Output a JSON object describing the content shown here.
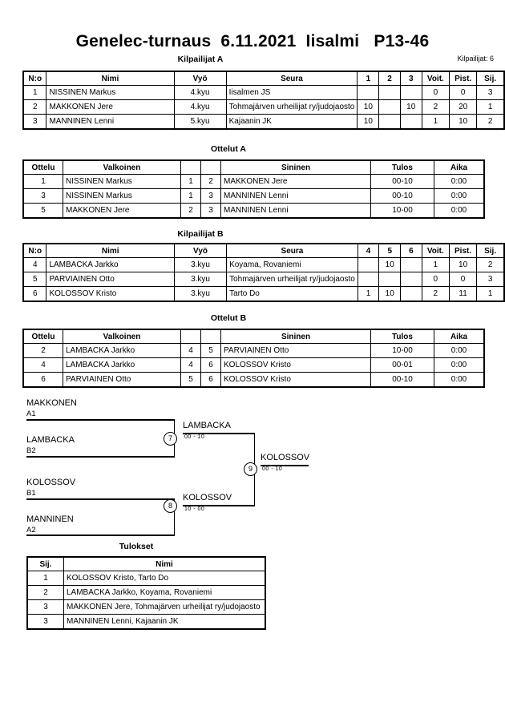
{
  "header": {
    "title": "Genelec-turnaus  6.11.2021  Iisalmi   P13-46",
    "entrants_label": "Kilpailijat: 6"
  },
  "sections": {
    "pool_a_title": "Kilpailijat A",
    "matches_a_title": "Ottelut A",
    "pool_b_title": "Kilpailijat B",
    "matches_b_title": "Ottelut B",
    "results_title": "Tulokset"
  },
  "pool_headers_a": {
    "no": "N:o",
    "nimi": "Nimi",
    "vyo": "Vyö",
    "seura": "Seura",
    "m1": "1",
    "m2": "2",
    "m3": "3",
    "voit": "Voit.",
    "pist": "Pist.",
    "sij": "Sij."
  },
  "pool_headers_b": {
    "no": "N:o",
    "nimi": "Nimi",
    "vyo": "Vyö",
    "seura": "Seura",
    "m1": "4",
    "m2": "5",
    "m3": "6",
    "voit": "Voit.",
    "pist": "Pist.",
    "sij": "Sij."
  },
  "pool_a": [
    {
      "no": "1",
      "nimi": "NISSINEN Markus",
      "vyo": "4.kyu",
      "seura": "Iisalmen JS",
      "m1": "",
      "m2": "",
      "m3": "",
      "voit": "0",
      "pist": "0",
      "sij": "3"
    },
    {
      "no": "2",
      "nimi": "MAKKONEN Jere",
      "vyo": "4.kyu",
      "seura": "Tohmajärven urheilijat ry/judojaosto",
      "m1": "10",
      "m2": "",
      "m3": "10",
      "voit": "2",
      "pist": "20",
      "sij": "1"
    },
    {
      "no": "3",
      "nimi": "MANNINEN Lenni",
      "vyo": "5.kyu",
      "seura": "Kajaanin JK",
      "m1": "10",
      "m2": "",
      "m3": "",
      "voit": "1",
      "pist": "10",
      "sij": "2"
    }
  ],
  "pool_b": [
    {
      "no": "4",
      "nimi": "LAMBACKA Jarkko",
      "vyo": "3.kyu",
      "seura": "Koyama, Rovaniemi",
      "m1": "",
      "m2": "10",
      "m3": "",
      "voit": "1",
      "pist": "10",
      "sij": "2"
    },
    {
      "no": "5",
      "nimi": "PARVIAINEN Otto",
      "vyo": "3.kyu",
      "seura": "Tohmajärven urheilijat ry/judojaosto",
      "m1": "",
      "m2": "",
      "m3": "",
      "voit": "0",
      "pist": "0",
      "sij": "3"
    },
    {
      "no": "6",
      "nimi": "KOLOSSOV Kristo",
      "vyo": "3.kyu",
      "seura": "Tarto Do",
      "m1": "1",
      "m2": "10",
      "m3": "",
      "voit": "2",
      "pist": "11",
      "sij": "1"
    }
  ],
  "match_headers": {
    "ottelu": "Ottelu",
    "valkoinen": "Valkoinen",
    "sininen": "Sininen",
    "tulos": "Tulos",
    "aika": "Aika"
  },
  "matches_a": [
    {
      "ottelu": "1",
      "valkoinen": "NISSINEN Markus",
      "n1": "1",
      "n2": "2",
      "sininen": "MAKKONEN Jere",
      "tulos": "00-10",
      "aika": "0:00"
    },
    {
      "ottelu": "3",
      "valkoinen": "NISSINEN Markus",
      "n1": "1",
      "n2": "3",
      "sininen": "MANNINEN Lenni",
      "tulos": "00-10",
      "aika": "0:00"
    },
    {
      "ottelu": "5",
      "valkoinen": "MAKKONEN Jere",
      "n1": "2",
      "n2": "3",
      "sininen": "MANNINEN Lenni",
      "tulos": "10-00",
      "aika": "0:00"
    }
  ],
  "matches_b": [
    {
      "ottelu": "2",
      "valkoinen": "LAMBACKA Jarkko",
      "n1": "4",
      "n2": "5",
      "sininen": "PARVIAINEN Otto",
      "tulos": "10-00",
      "aika": "0:00"
    },
    {
      "ottelu": "4",
      "valkoinen": "LAMBACKA Jarkko",
      "n1": "4",
      "n2": "6",
      "sininen": "KOLOSSOV Kristo",
      "tulos": "00-01",
      "aika": "0:00"
    },
    {
      "ottelu": "6",
      "valkoinen": "PARVIAINEN Otto",
      "n1": "5",
      "n2": "6",
      "sininen": "KOLOSSOV Kristo",
      "tulos": "00-10",
      "aika": "0:00"
    }
  ],
  "bracket": {
    "seeds": [
      {
        "name": "MAKKONEN",
        "code": "A1"
      },
      {
        "name": "LAMBACKA",
        "code": "B2"
      },
      {
        "name": "KOLOSSOV",
        "code": "B1"
      },
      {
        "name": "MANNINEN",
        "code": "A2"
      }
    ],
    "semi1": {
      "number": "7",
      "winner": "LAMBACKA",
      "score": "00 - 10"
    },
    "semi2": {
      "number": "8",
      "winner": "KOLOSSOV",
      "score": "10 - 00"
    },
    "final": {
      "number": "9",
      "winner": "KOLOSSOV",
      "score": "00 - 10"
    }
  },
  "results_headers": {
    "sij": "Sij.",
    "nimi": "Nimi"
  },
  "results": [
    {
      "sij": "1",
      "nimi": "KOLOSSOV Kristo, Tarto Do"
    },
    {
      "sij": "2",
      "nimi": "LAMBACKA Jarkko, Koyama, Rovaniemi"
    },
    {
      "sij": "3",
      "nimi": "MAKKONEN Jere, Tohmajärven urheilijat ry/judojaosto"
    },
    {
      "sij": "3",
      "nimi": "MANNINEN Lenni, Kajaanin JK"
    }
  ]
}
